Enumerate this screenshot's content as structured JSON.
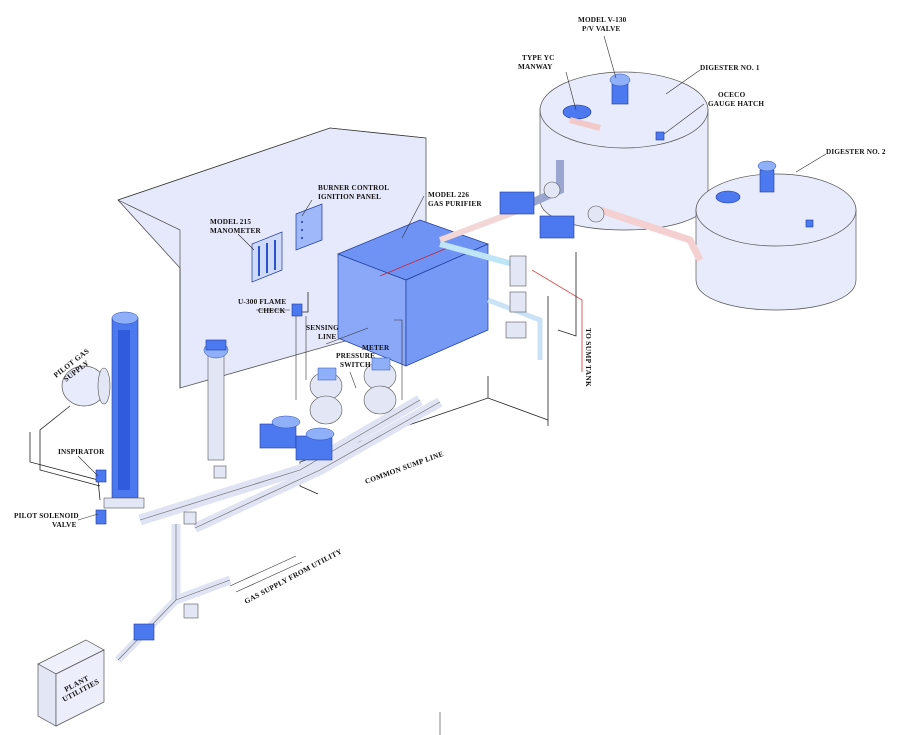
{
  "labels": {
    "model_v130_line1": "MODEL V-130",
    "model_v130_line2": "P/V VALVE",
    "type_yc_line1": "TYPE YC",
    "type_yc_line2": "MANWAY",
    "digester1": "DIGESTER NO. 1",
    "oceco_line1": "OCECO",
    "oceco_line2": "GAUGE HATCH",
    "digester2": "DIGESTER NO. 2",
    "burner_line1": "BURNER CONTROL",
    "burner_line2": "IGNITION PANEL",
    "purifier_line1": "MODEL 226",
    "purifier_line2": "GAS PURIFIER",
    "manometer_line1": "MODEL 215",
    "manometer_line2": "MANOMETER",
    "flame_check_line1": "U-300 FLAME",
    "flame_check_line2": "CHECK",
    "sensing_line1": "SENSING",
    "sensing_line2": "LINE",
    "meter": "METER",
    "pressure_switch_line1": "PRESSURE",
    "pressure_switch_line2": "SWITCH",
    "pilot_gas_line1": "PILOT GAS",
    "pilot_gas_line2": "SUPPLY",
    "inspirator": "INSPIRATOR",
    "pilot_solenoid_line1": "PILOT SOLENOID",
    "pilot_solenoid_line2": "VALVE",
    "common_sump": "COMMON SUMP LINE",
    "to_sump_tank": "TO SUMP TANK",
    "gas_supply": "GAS SUPPLY FROM UTILITY",
    "plant_utilities_line1": "PLANT",
    "plant_utilities_line2": "UTILITIES"
  },
  "colors": {
    "equipment_blue": "#4d79f0",
    "pipe_fill": "#e2e6f5",
    "tank_fill": "#e8ebfb",
    "wall_fill": "#e6e9fb",
    "sump_line_red": "#e05050"
  }
}
